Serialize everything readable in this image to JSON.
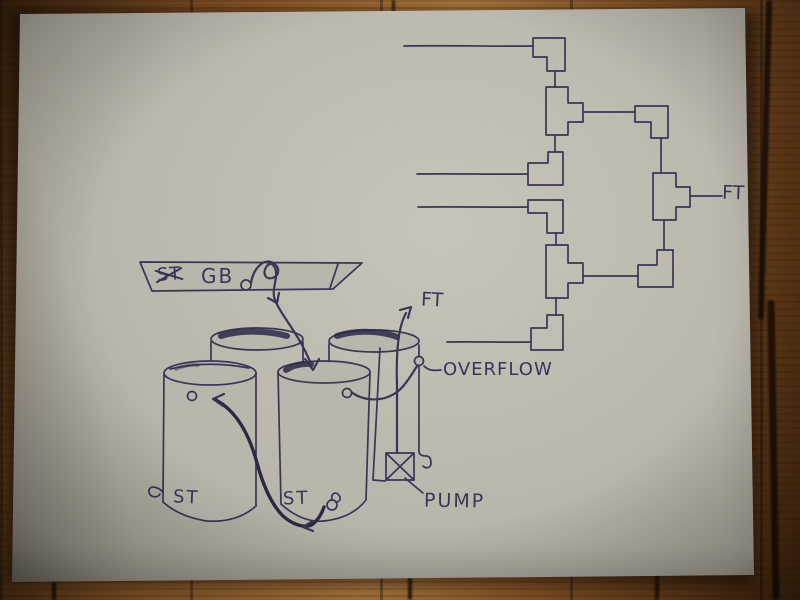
{
  "labels": {
    "trough_strikethrough": "ST",
    "trough_name": "GB",
    "manifold_outlet": "FT",
    "pump_outlet": "FT",
    "overflow": "OVERFLOW",
    "pump": "PUMP",
    "tank_left": "ST",
    "tank_center": "ST"
  },
  "colors": {
    "ink": "#3a3557",
    "ink-heavy": "#2c2945",
    "paper": "#bab6ac",
    "paper-light": "#c8c4ba",
    "paper-dark": "#a19a8c",
    "wood": "#8a5526",
    "wood-dark": "#47290f",
    "wood-light": "#b07c40"
  }
}
